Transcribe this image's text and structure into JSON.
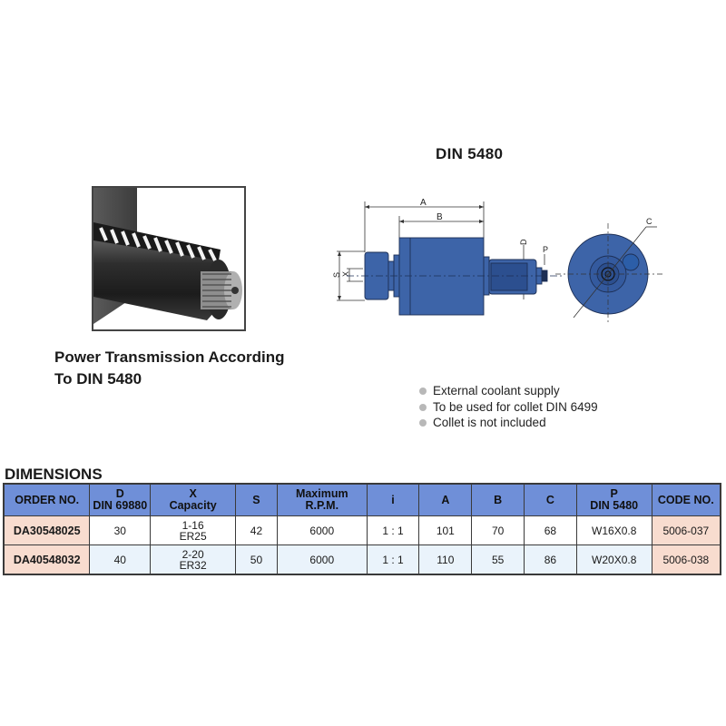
{
  "diagram": {
    "title": "DIN 5480",
    "labels": {
      "A": "A",
      "B": "B",
      "C": "C",
      "D": "D",
      "P": "P",
      "S": "S",
      "X": "X"
    },
    "colors": {
      "body": "#3d64a8",
      "body_dark": "#2c4f8f",
      "outline": "#1d2f55",
      "dim_line": "#333333"
    }
  },
  "photo": {
    "subject": "splined shaft with gear rack",
    "caption_line1": "Power Transmission According",
    "caption_line2": "To DIN 5480"
  },
  "features": [
    "External coolant supply",
    "To be used for collet DIN 6499",
    "Collet is not included"
  ],
  "dimensions": {
    "title": "DIMENSIONS",
    "headers": [
      {
        "line1": "ORDER NO.",
        "line2": ""
      },
      {
        "line1": "D",
        "line2": "DIN 69880"
      },
      {
        "line1": "X",
        "line2": "Capacity"
      },
      {
        "line1": "S",
        "line2": ""
      },
      {
        "line1": "Maximum",
        "line2": "R.P.M."
      },
      {
        "line1": "i",
        "line2": ""
      },
      {
        "line1": "A",
        "line2": ""
      },
      {
        "line1": "B",
        "line2": ""
      },
      {
        "line1": "C",
        "line2": ""
      },
      {
        "line1": "P",
        "line2": "DIN 5480"
      },
      {
        "line1": "CODE NO.",
        "line2": ""
      }
    ],
    "rows": [
      {
        "order_no": "DA30548025",
        "d": "30",
        "x_range": "1-16",
        "x_collet": "ER25",
        "s": "42",
        "rpm": "6000",
        "i": "1 : 1",
        "a": "101",
        "b": "70",
        "c": "68",
        "p": "W16X0.8",
        "code": "5006-037"
      },
      {
        "order_no": "DA40548032",
        "d": "40",
        "x_range": "2-20",
        "x_collet": "ER32",
        "s": "50",
        "rpm": "6000",
        "i": "1 : 1",
        "a": "110",
        "b": "55",
        "c": "86",
        "p": "W20X0.8",
        "code": "5006-038"
      }
    ]
  }
}
